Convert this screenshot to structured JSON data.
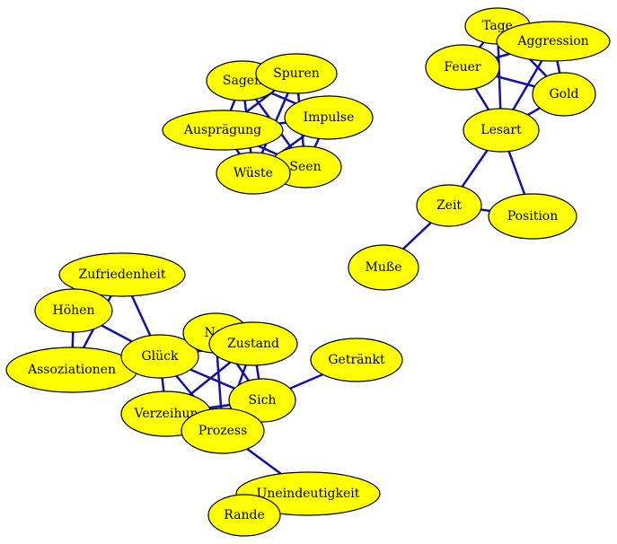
{
  "colors": {
    "node_fill": "#ffff00",
    "node_stroke": "#000000",
    "edge": "#1111aa",
    "background": "#ffffff"
  },
  "nodes": [
    {
      "id": "sagen",
      "label": "Sagen"
    },
    {
      "id": "spuren",
      "label": "Spuren"
    },
    {
      "id": "auspraegung",
      "label": "Ausprägung"
    },
    {
      "id": "impulse",
      "label": "Impulse"
    },
    {
      "id": "seen",
      "label": "Seen"
    },
    {
      "id": "wueste",
      "label": "Wüste"
    },
    {
      "id": "tage",
      "label": "Tage"
    },
    {
      "id": "aggression",
      "label": "Aggression"
    },
    {
      "id": "feuer",
      "label": "Feuer"
    },
    {
      "id": "gold",
      "label": "Gold"
    },
    {
      "id": "lesart",
      "label": "Lesart"
    },
    {
      "id": "zeit",
      "label": "Zeit"
    },
    {
      "id": "position",
      "label": "Position"
    },
    {
      "id": "musse",
      "label": "Muße"
    },
    {
      "id": "zufriedenheit",
      "label": "Zufriedenheit"
    },
    {
      "id": "hoehen",
      "label": "Höhen"
    },
    {
      "id": "assoziationen",
      "label": "Assoziationen"
    },
    {
      "id": "glueck",
      "label": "Glück"
    },
    {
      "id": "nei",
      "label": "Nei"
    },
    {
      "id": "zustand",
      "label": "Zustand"
    },
    {
      "id": "getraenkt",
      "label": "Getränkt"
    },
    {
      "id": "sich",
      "label": "Sich"
    },
    {
      "id": "verzeihung",
      "label": "Verzeihun"
    },
    {
      "id": "prozess",
      "label": "Prozess"
    },
    {
      "id": "uneindeutigkeit",
      "label": "Uneindeutigkeit"
    },
    {
      "id": "rande",
      "label": "Rande"
    }
  ],
  "edges": [
    [
      "sagen",
      "spuren"
    ],
    [
      "sagen",
      "wueste"
    ],
    [
      "sagen",
      "seen"
    ],
    [
      "sagen",
      "impulse"
    ],
    [
      "sagen",
      "auspraegung"
    ],
    [
      "spuren",
      "wueste"
    ],
    [
      "spuren",
      "seen"
    ],
    [
      "spuren",
      "auspraegung"
    ],
    [
      "auspraegung",
      "seen"
    ],
    [
      "auspraegung",
      "impulse"
    ],
    [
      "auspraegung",
      "wueste"
    ],
    [
      "impulse",
      "wueste"
    ],
    [
      "impulse",
      "seen"
    ],
    [
      "wueste",
      "seen"
    ],
    [
      "tage",
      "aggression"
    ],
    [
      "tage",
      "gold"
    ],
    [
      "tage",
      "feuer"
    ],
    [
      "tage",
      "lesart"
    ],
    [
      "aggression",
      "gold"
    ],
    [
      "aggression",
      "feuer"
    ],
    [
      "aggression",
      "lesart"
    ],
    [
      "feuer",
      "gold"
    ],
    [
      "feuer",
      "lesart"
    ],
    [
      "gold",
      "lesart"
    ],
    [
      "lesart",
      "zeit"
    ],
    [
      "lesart",
      "position"
    ],
    [
      "zeit",
      "position"
    ],
    [
      "zeit",
      "musse"
    ],
    [
      "zufriedenheit",
      "hoehen"
    ],
    [
      "zufriedenheit",
      "assoziationen"
    ],
    [
      "zufriedenheit",
      "glueck"
    ],
    [
      "hoehen",
      "glueck"
    ],
    [
      "hoehen",
      "assoziationen"
    ],
    [
      "assoziationen",
      "glueck"
    ],
    [
      "glueck",
      "nei"
    ],
    [
      "glueck",
      "zustand"
    ],
    [
      "glueck",
      "sich"
    ],
    [
      "glueck",
      "verzeihung"
    ],
    [
      "glueck",
      "prozess"
    ],
    [
      "nei",
      "zustand"
    ],
    [
      "nei",
      "prozess"
    ],
    [
      "nei",
      "sich"
    ],
    [
      "zustand",
      "sich"
    ],
    [
      "zustand",
      "prozess"
    ],
    [
      "zustand",
      "verzeihung"
    ],
    [
      "sich",
      "prozess"
    ],
    [
      "sich",
      "getraenkt"
    ],
    [
      "verzeihung",
      "prozess"
    ],
    [
      "verzeihung",
      "sich"
    ],
    [
      "prozess",
      "uneindeutigkeit"
    ],
    [
      "uneindeutigkeit",
      "rande"
    ]
  ]
}
